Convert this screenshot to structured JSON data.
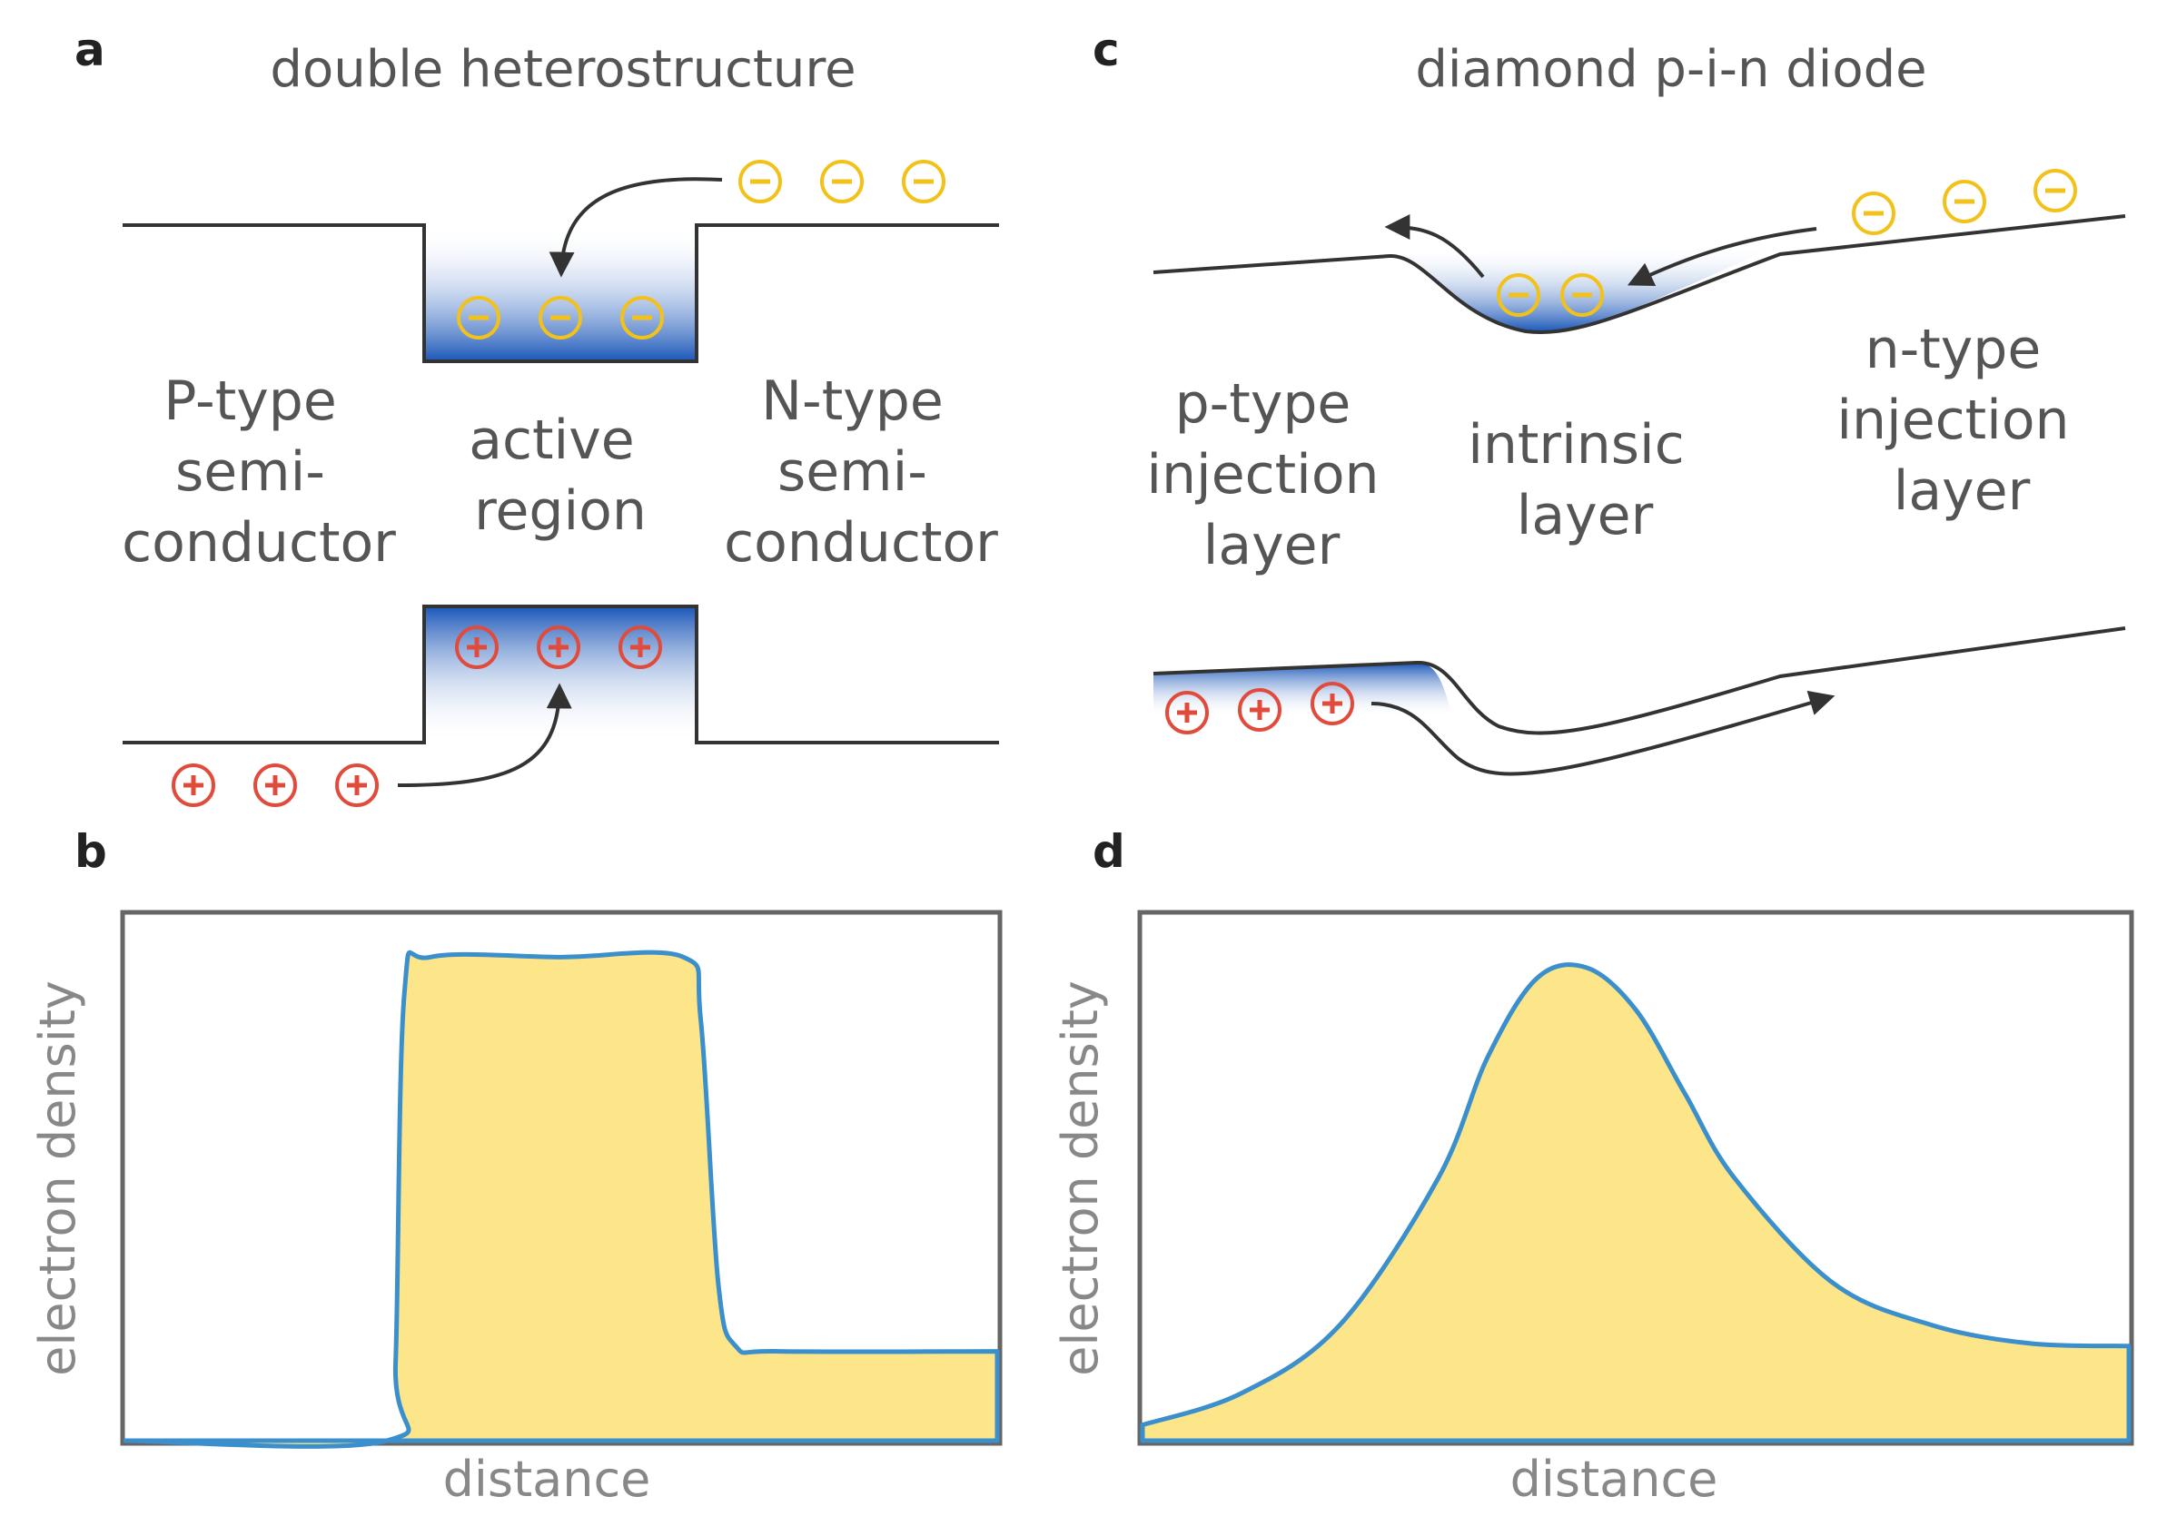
{
  "colors": {
    "electron": "#f2c21a",
    "hole": "#e14b3b",
    "density_fill": "#fde68a",
    "density_line": "#3a8fcc",
    "carrier_gradient": "#1a56b8"
  },
  "panel_a": {
    "letter": "a",
    "title": "double heterostructure",
    "left_label": [
      "P-type",
      "semi-",
      "conductor"
    ],
    "center_label": [
      "active",
      "region"
    ],
    "right_label": [
      "N-type",
      "semi-",
      "conductor"
    ]
  },
  "panel_b": {
    "letter": "b",
    "xlabel": "distance",
    "ylabel": "electron density"
  },
  "panel_c": {
    "letter": "c",
    "title": "diamond p-i-n diode",
    "left_label": [
      "p-type",
      "injection",
      "layer"
    ],
    "center_label": [
      "intrinsic",
      "layer"
    ],
    "right_label": [
      "n-type",
      "injection",
      "layer"
    ]
  },
  "panel_d": {
    "letter": "d",
    "xlabel": "distance",
    "ylabel": "electron density"
  },
  "chart_data": [
    {
      "type": "area",
      "panel": "b",
      "xlabel": "distance",
      "ylabel": "electron density",
      "x": [
        0,
        0.3,
        0.31,
        0.32,
        0.35,
        0.5,
        0.64,
        0.66,
        0.68,
        0.7,
        0.75,
        1.0
      ],
      "y": [
        0,
        0,
        0.15,
        0.85,
        0.92,
        0.92,
        0.92,
        0.8,
        0.3,
        0.18,
        0.17,
        0.17
      ]
    },
    {
      "type": "area",
      "panel": "d",
      "xlabel": "distance",
      "ylabel": "electron density",
      "x": [
        0,
        0.1,
        0.2,
        0.3,
        0.35,
        0.4,
        0.45,
        0.5,
        0.55,
        0.6,
        0.7,
        0.8,
        0.9,
        1.0
      ],
      "y": [
        0.03,
        0.09,
        0.22,
        0.5,
        0.73,
        0.88,
        0.9,
        0.82,
        0.66,
        0.5,
        0.3,
        0.22,
        0.185,
        0.18
      ]
    }
  ]
}
